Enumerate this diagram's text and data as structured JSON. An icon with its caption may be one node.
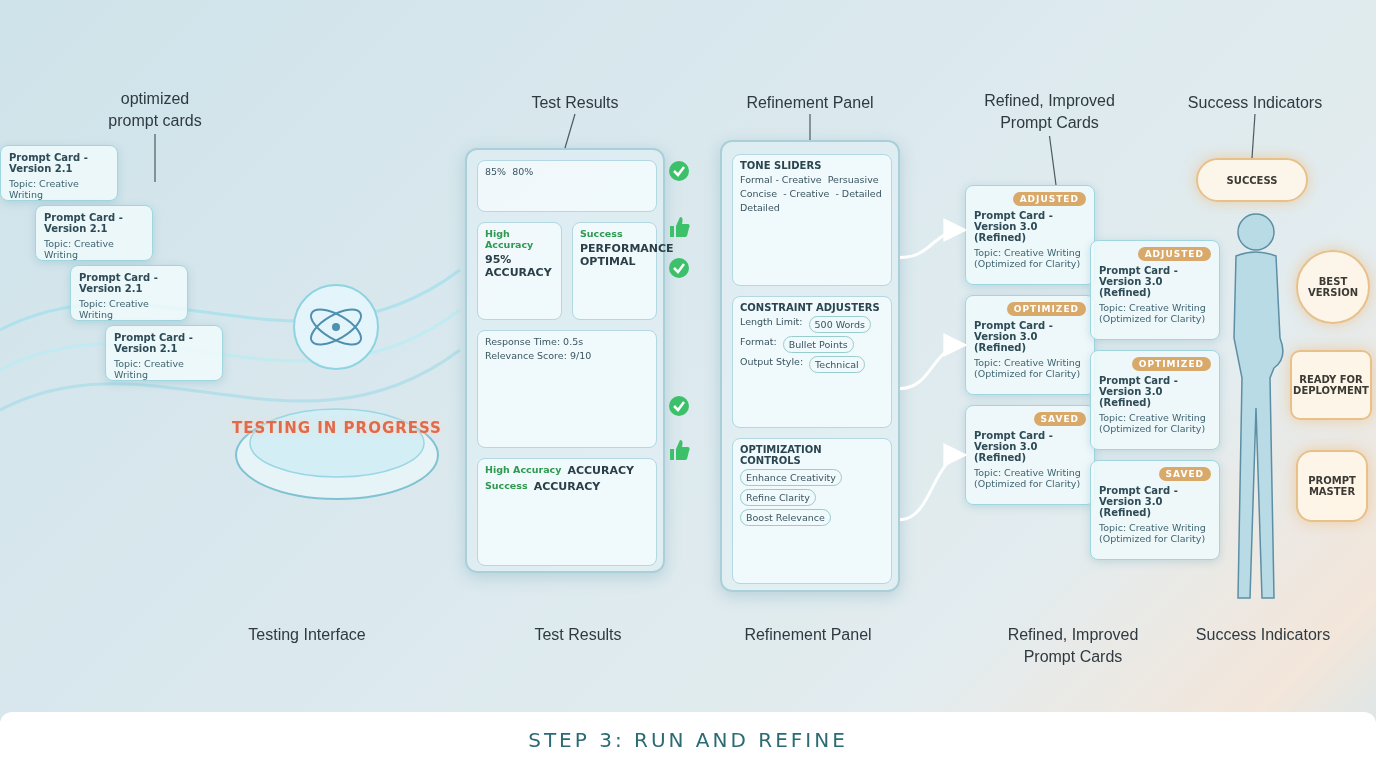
{
  "diagram": {
    "caption": "STEP 3: RUN AND REFINE",
    "nodes": [
      {
        "text": [
          "optimized prompt cards"
        ]
      },
      {
        "text": [
          "Prompt Card - Version 2.1",
          "Topic: Creative Writing"
        ]
      },
      {
        "text": [
          "Prompt Card - Version 2.1",
          "Topic: Creative Writing"
        ]
      },
      {
        "text": [
          "Prompt Card - Version 2.1",
          "Topic: Creative Writing"
        ]
      },
      {
        "text": [
          "Prompt Card - Version 2.1",
          "Topic: Creative Writing"
        ]
      },
      {
        "text": [
          "TESTING IN PROGRESS"
        ]
      },
      {
        "text": [
          "Test Results"
        ]
      },
      {
        "text": [],
        "shape": "box"
      },
      {
        "text": [
          "85%",
          "80%"
        ],
        "in": 7
      },
      {
        "text": [
          "High Accuracy",
          "95% ACCURACY"
        ],
        "in": 7
      },
      {
        "text": [
          "Success",
          "PERFORMANCE OPTIMAL"
        ],
        "in": 7
      },
      {
        "text": [
          "Response Time: 0.5s",
          "Relevance Score: 9/10"
        ],
        "in": 7
      },
      {
        "text": [
          "High Accuracy",
          "ACCURACY",
          "Success",
          "ACCURACY"
        ],
        "in": 7
      },
      {
        "text": [
          "Refinement Panel"
        ]
      },
      {
        "text": [],
        "shape": "box"
      },
      {
        "text": [
          "TONE SLIDERS",
          "Formal - Creative",
          "Persuasive",
          "Concise",
          "- Creative",
          "- Detailed",
          "Detailed"
        ],
        "in": 14
      },
      {
        "text": [
          "CONSTRAINT ADJUSTERS",
          "Length Limit:",
          "500 Words",
          "Format:",
          "Bullet Points",
          "Output Style:",
          "Technical"
        ],
        "in": 14
      },
      {
        "text": [
          "OPTIMIZATION CONTROLS",
          "Enhance Creativity",
          "Refine Clarity",
          "Boost Relevance"
        ],
        "in": 14
      },
      {
        "text": [
          "Refined, Improved Prompt Cards"
        ]
      },
      {
        "text": [
          "ADJUSTED",
          "Prompt Card - Version 3.0 (Refined)",
          "Topic: Creative Writing (Optimized for Clarity)"
        ]
      },
      {
        "text": [
          "OPTIMIZED",
          "Prompt Card - Version 3.0 (Refined)",
          "Topic: Creative Writing (Optimized for Clarity)"
        ]
      },
      {
        "text": [
          "SAVED",
          "Prompt Card - Version 3.0 (Refined)",
          "Topic: Creative Writing (Optimized for Clarity)"
        ]
      },
      {
        "text": [
          "ADJUSTED",
          "Prompt Card - Version 3.0 (Refined)",
          "Topic: Creative Writing (Optimized for Clarity)"
        ]
      },
      {
        "text": [
          "OPTIMIZED",
          "Prompt Card - Version 3.0 (Refined)",
          "Topic: Creative Writing (Optimized for Clarity)"
        ]
      },
      {
        "text": [
          "SAVED",
          "Prompt Card - Version 3.0 (Refined)",
          "Topic: Creative Writing (Optimized for Clarity)"
        ]
      },
      {
        "text": [
          "Success Indicators"
        ]
      },
      {
        "text": [
          "SUCCESS"
        ]
      },
      {
        "text": [
          "BEST VERSION"
        ]
      },
      {
        "text": [
          "READY FOR DEPLOYMENT"
        ]
      },
      {
        "text": [
          "PROMPT MASTER"
        ]
      }
    ],
    "edges": [
      {
        "from": 0,
        "to": null,
        "arrow": "none"
      },
      {
        "from": 6,
        "to": 7,
        "arrow": "none"
      },
      {
        "from": 13,
        "to": 14,
        "arrow": "none"
      },
      {
        "from": 18,
        "to": 19,
        "arrow": "none"
      },
      {
        "from": 25,
        "to": 26,
        "arrow": "none"
      },
      {
        "from": 14,
        "to": 19,
        "arrow": "to",
        "color": "#ffffff"
      },
      {
        "from": 14,
        "to": 20,
        "arrow": "to",
        "color": "#ffffff"
      },
      {
        "from": 14,
        "to": 21,
        "arrow": "to",
        "color": "#ffffff"
      }
    ],
    "labels": [
      "Testing Interface",
      "Test Results",
      "Refinement Panel",
      "Refined, Improved Prompt Cards",
      "Success Indicators"
    ]
  }
}
